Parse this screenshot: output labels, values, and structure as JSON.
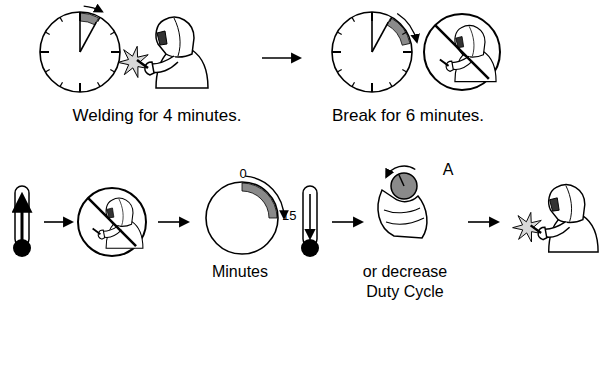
{
  "diagram": {
    "labels": [
      "Welding for 4 minutes.",
      "Break for 6 minutes.",
      "0",
      "15",
      "Minutes",
      "A",
      "or decrease Duty Cycle"
    ]
  }
}
